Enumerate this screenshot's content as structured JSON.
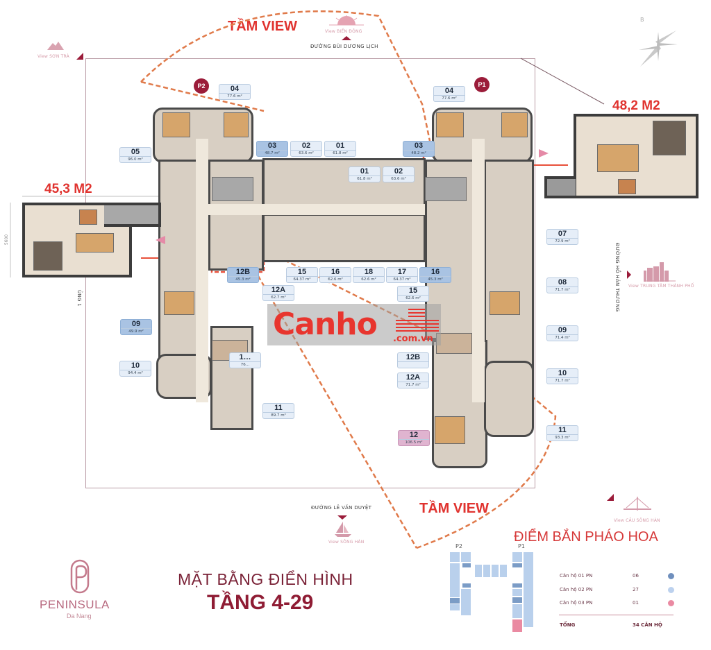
{
  "plan": {
    "title_line1": "MẶT BẰNG ĐIỂN HÌNH",
    "title_line2": "TẦNG 4-29",
    "brand_name": "PENINSULA",
    "brand_city": "Da Nang",
    "brand_mark": "P"
  },
  "annotations": {
    "view_range_top": "TẦM VIEW",
    "view_range_bottom": "TẦM VIEW",
    "fireworks_point": "ĐIỂM BẮN PHÁO HOA",
    "detail_right_area": "48,2 M2",
    "detail_left_area": "45,3 M2",
    "detail_left_dimension": "5600"
  },
  "orientation": {
    "compass_label": "B",
    "views": [
      {
        "label": "View SƠN TRÀ"
      },
      {
        "label": "View BIỂN ĐÔNG"
      },
      {
        "label": "View TRUNG TÂM THÀNH PHỐ"
      },
      {
        "label": "View CẦU SÔNG HÀN"
      },
      {
        "label": "View SÔNG HÀN"
      }
    ],
    "roads": [
      {
        "label": "ĐƯỜNG BÙI DƯƠNG LỊCH"
      },
      {
        "label": "ĐƯỜNG HỒ HÁN THƯƠNG"
      },
      {
        "label": "ĐƯỜNG LÊ VĂN DUYỆT"
      },
      {
        "label": "ỦNG 1"
      }
    ]
  },
  "towers": [
    {
      "label": "P2"
    },
    {
      "label": "P1"
    }
  ],
  "units": [
    {
      "id": "p2-04",
      "number": "04",
      "area": "77.6 m²",
      "type": "2pn"
    },
    {
      "id": "p2-05",
      "number": "05",
      "area": "96.0 m²",
      "type": "2pn"
    },
    {
      "id": "p2-03",
      "number": "03",
      "area": "48.7 m²",
      "type": "1pn"
    },
    {
      "id": "p2-02",
      "number": "02",
      "area": "63.6 m²",
      "type": "2pn"
    },
    {
      "id": "p2-01",
      "number": "01",
      "area": "61.8 m²",
      "type": "2pn"
    },
    {
      "id": "p1-01",
      "number": "01",
      "area": "61.8 m²",
      "type": "2pn"
    },
    {
      "id": "p1-02",
      "number": "02",
      "area": "63.6 m²",
      "type": "2pn"
    },
    {
      "id": "p1-03",
      "number": "03",
      "area": "48.2 m²",
      "type": "1pn"
    },
    {
      "id": "p1-04",
      "number": "04",
      "area": "77.6 m²",
      "type": "2pn"
    },
    {
      "id": "p2-12b",
      "number": "12B",
      "area": "45.3 m²",
      "type": "1pn"
    },
    {
      "id": "p2-15",
      "number": "15",
      "area": "64.37 m²",
      "type": "2pn"
    },
    {
      "id": "p2-16",
      "number": "16",
      "area": "62.6 m²",
      "type": "2pn"
    },
    {
      "id": "p1-18",
      "number": "18",
      "area": "62.6 m²",
      "type": "2pn"
    },
    {
      "id": "p1-17",
      "number": "17",
      "area": "64.37 m²",
      "type": "2pn"
    },
    {
      "id": "p1-16",
      "number": "16",
      "area": "45.3 m²",
      "type": "1pn"
    },
    {
      "id": "p2-12a",
      "number": "12A",
      "area": "62.7 m²",
      "type": "2pn"
    },
    {
      "id": "p1-15",
      "number": "15",
      "area": "62.6 m²",
      "type": "2pn"
    },
    {
      "id": "p2-12",
      "number": "1…",
      "area": "76…",
      "type": "2pn"
    },
    {
      "id": "p1-12b",
      "number": "12B",
      "area": "",
      "type": "2pn"
    },
    {
      "id": "p2-09",
      "number": "09",
      "area": "49.9 m²",
      "type": "1pn"
    },
    {
      "id": "p2-10",
      "number": "10",
      "area": "94.4 m²",
      "type": "2pn"
    },
    {
      "id": "p2-11",
      "number": "11",
      "area": "89.7 m²",
      "type": "2pn"
    },
    {
      "id": "p1-07",
      "number": "07",
      "area": "72.9 m²",
      "type": "2pn"
    },
    {
      "id": "p1-08",
      "number": "08",
      "area": "71.7 m²",
      "type": "2pn"
    },
    {
      "id": "p1-09",
      "number": "09",
      "area": "71.4 m²",
      "type": "2pn"
    },
    {
      "id": "p1-10",
      "number": "10",
      "area": "71.7 m²",
      "type": "2pn"
    },
    {
      "id": "p1-12a",
      "number": "12A",
      "area": "71.7 m²",
      "type": "2pn"
    },
    {
      "id": "p1-12",
      "number": "12",
      "area": "106.5 m²",
      "type": "3pn"
    },
    {
      "id": "p1-11",
      "number": "11",
      "area": "93.3 m²",
      "type": "2pn"
    }
  ],
  "legend": {
    "rows": [
      {
        "label": "Căn hộ 01 PN",
        "count": "06",
        "color": "#6f8fbd"
      },
      {
        "label": "Căn hộ 02 PN",
        "count": "27",
        "color": "#bcd1ee"
      },
      {
        "label": "Căn hộ 03 PN",
        "count": "01",
        "color": "#ea8aa2"
      }
    ],
    "total_label": "TỔNG",
    "total_value": "34 CĂN HỘ",
    "mini_p2": "P2",
    "mini_p1": "P1"
  },
  "watermark": {
    "brand": "Canho",
    "domain": ".com.vn"
  },
  "colors": {
    "accent_red": "#e0332f",
    "brand_maroon": "#9b1c3a",
    "view_line": "#e07a4a"
  }
}
